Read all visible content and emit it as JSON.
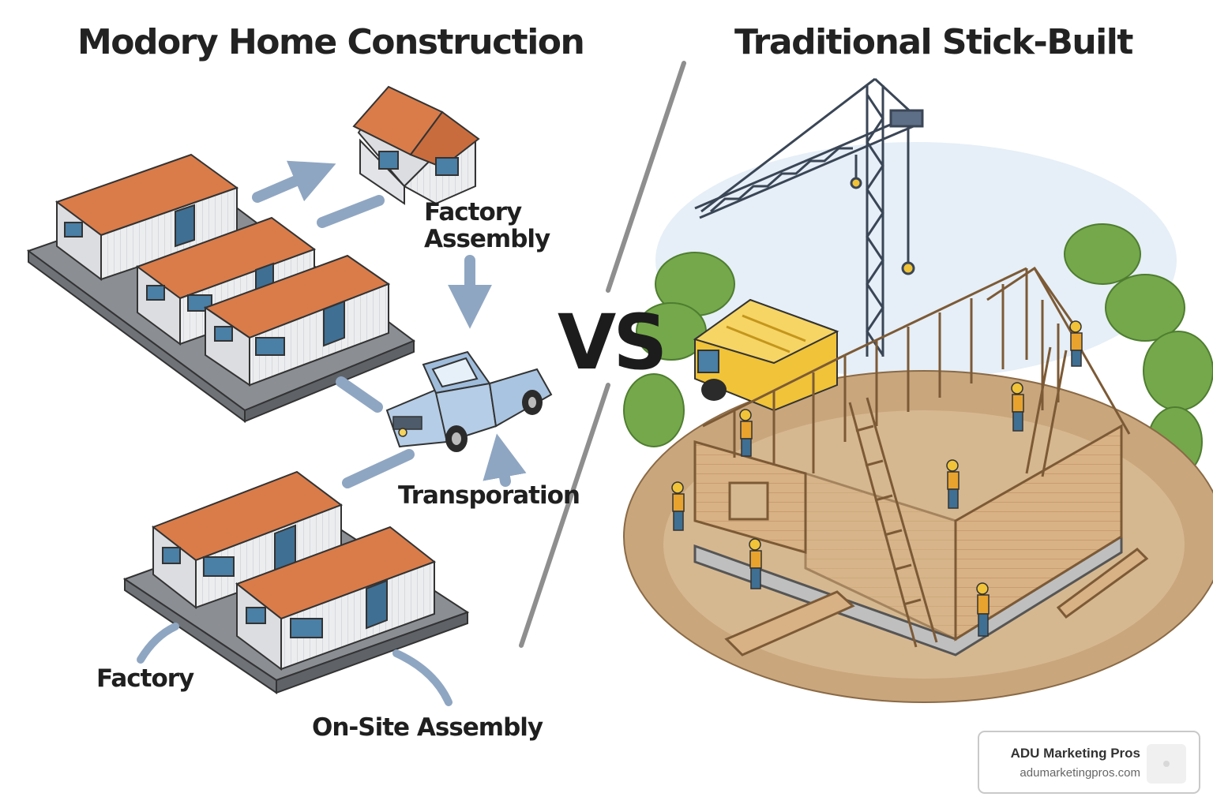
{
  "titles": {
    "left": "Modory Home Construction",
    "right": "Traditional Stick-Built"
  },
  "labels": {
    "factory_assembly": [
      "Factory",
      "Assembly"
    ],
    "transport": "Transporation",
    "factory": "Factory",
    "onsite": "On-Site Assembly"
  },
  "divider": {
    "text": "VS"
  },
  "brand": {
    "name": "ADU Marketing Pros",
    "url": "adumarketingpros.com"
  },
  "colors": {
    "roof": "#d97c4a",
    "wall": "#ecedef",
    "slab": "#8b8f94",
    "arrow": "#8fa6c2",
    "truck": "#b5cde6",
    "lumber": "#d8b184",
    "crane": "#5d6f86",
    "machine": "#f0c338",
    "foliage": "#74a84a",
    "dirt": "#c9a67c",
    "sky": "#dbe8f3"
  },
  "icons": {
    "truck": "pickup-truck-icon",
    "crane": "tower-crane-icon",
    "house": "house-icon",
    "worker": "construction-worker-icon"
  }
}
